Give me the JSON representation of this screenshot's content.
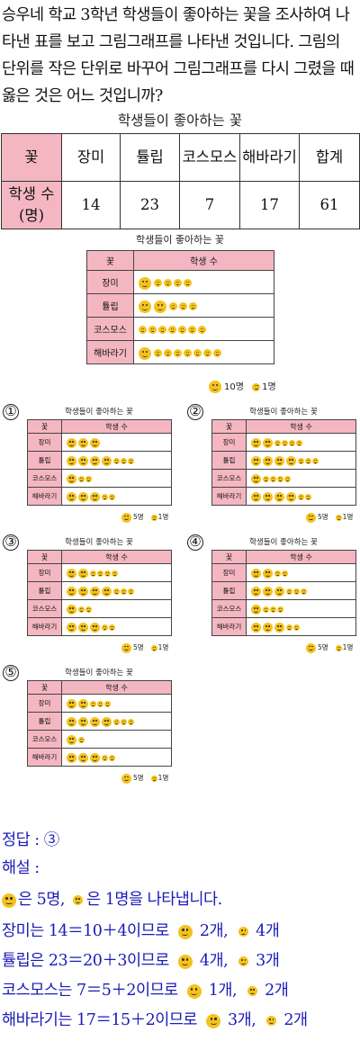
{
  "question": "승우네 학교 3학년 학생들이 좋아하는 꽃을 조사하여 나타낸 표를 보고 그림그래프를 나타낸 것입니다. 그림의 단위를 작은 단위로 바꾸어 그림그래프를 다시 그렸을 때 옳은 것은 어느 것입니까?",
  "table": {
    "caption": "학생들이 좋아하는 꽃",
    "header_label": "꽃",
    "flowers": [
      "장미",
      "튤립",
      "코스모스",
      "해바라기",
      "합계"
    ],
    "row_label": "학생 수(명)",
    "counts": [
      "14",
      "23",
      "7",
      "17",
      "61"
    ]
  },
  "main_graph": {
    "title": "학생들이 좋아하는 꽃",
    "col1": "꽃",
    "col2": "학생 수",
    "rows": [
      {
        "label": "장미",
        "big": 1,
        "small": 4
      },
      {
        "label": "튤립",
        "big": 2,
        "small": 3
      },
      {
        "label": "코스모스",
        "big": 0,
        "small": 7
      },
      {
        "label": "해바라기",
        "big": 1,
        "small": 7
      }
    ],
    "legend_big": "10명",
    "legend_small": "1명"
  },
  "options": [
    {
      "num": "①",
      "title": "학생들이 좋아하는 꽃",
      "col1": "꽃",
      "col2": "학생 수",
      "rows": [
        {
          "label": "장미",
          "big": 3,
          "small": 0
        },
        {
          "label": "튤립",
          "big": 4,
          "small": 3
        },
        {
          "label": "코스모스",
          "big": 1,
          "small": 2
        },
        {
          "label": "해바라기",
          "big": 3,
          "small": 2
        }
      ],
      "legend_big": "5명",
      "legend_small": "1명"
    },
    {
      "num": "②",
      "title": "학생들이 좋아하는 꽃",
      "col1": "꽃",
      "col2": "학생 수",
      "rows": [
        {
          "label": "장미",
          "big": 2,
          "small": 4
        },
        {
          "label": "튤립",
          "big": 4,
          "small": 3
        },
        {
          "label": "코스모스",
          "big": 1,
          "small": 4
        },
        {
          "label": "해바라기",
          "big": 4,
          "small": 2
        }
      ],
      "legend_big": "5명",
      "legend_small": "1명"
    },
    {
      "num": "③",
      "title": "학생들이 좋아하는 꽃",
      "col1": "꽃",
      "col2": "학생 수",
      "rows": [
        {
          "label": "장미",
          "big": 2,
          "small": 4
        },
        {
          "label": "튤립",
          "big": 4,
          "small": 3
        },
        {
          "label": "코스모스",
          "big": 1,
          "small": 2
        },
        {
          "label": "해바라기",
          "big": 3,
          "small": 2
        }
      ],
      "legend_big": "5명",
      "legend_small": "1명"
    },
    {
      "num": "④",
      "title": "학생들이 좋아하는 꽃",
      "col1": "꽃",
      "col2": "학생 수",
      "rows": [
        {
          "label": "장미",
          "big": 2,
          "small": 2
        },
        {
          "label": "튤립",
          "big": 3,
          "small": 3
        },
        {
          "label": "코스모스",
          "big": 1,
          "small": 3
        },
        {
          "label": "해바라기",
          "big": 3,
          "small": 2
        }
      ],
      "legend_big": "5명",
      "legend_small": "1명"
    },
    {
      "num": "⑤",
      "title": "학생들이 좋아하는 꽃",
      "col1": "꽃",
      "col2": "학생 수",
      "rows": [
        {
          "label": "장미",
          "big": 2,
          "small": 3
        },
        {
          "label": "튤립",
          "big": 4,
          "small": 3
        },
        {
          "label": "코스모스",
          "big": 1,
          "small": 1
        },
        {
          "label": "해바라기",
          "big": 3,
          "small": 2
        }
      ],
      "legend_big": "5명",
      "legend_small": "1명"
    }
  ],
  "answer": {
    "result": "정답 : ③",
    "heading": "해설 :",
    "unit_line": {
      "a": "은 5명,",
      "b": "은 1명을 나타냅니다."
    },
    "lines": [
      {
        "pre": "장미는 14＝10＋4이므로",
        "big": "2개,",
        "small": "4개"
      },
      {
        "pre": "튤립은 23＝20＋3이므로",
        "big": "4개,",
        "small": "3개"
      },
      {
        "pre": "코스모스는 7＝5＋2이므로",
        "big": "1개,",
        "small": "2개"
      },
      {
        "pre": "해바라기는 17＝15＋2이므로",
        "big": "3개,",
        "small": "2개"
      }
    ]
  }
}
